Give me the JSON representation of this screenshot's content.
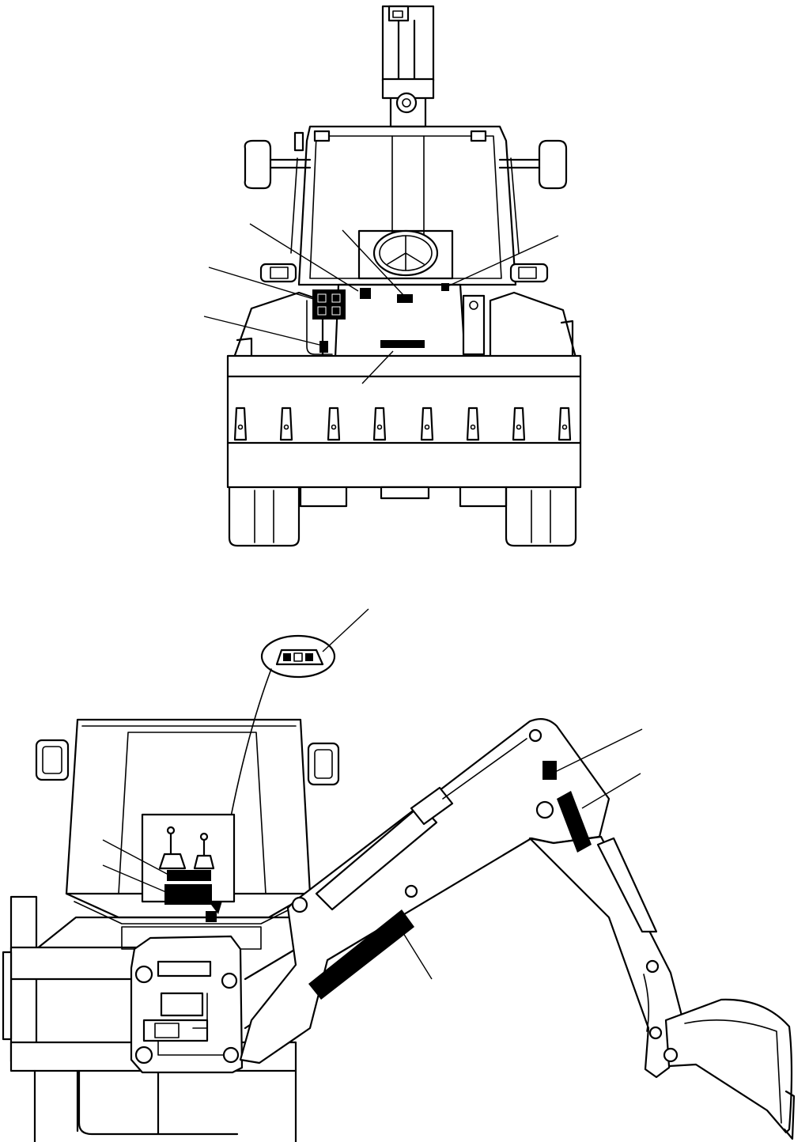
{
  "figure": {
    "views": [
      {
        "id": "front-view",
        "decal_count": 7,
        "leader_count": 6
      },
      {
        "id": "rear-view",
        "decal_count": 7,
        "leader_count": 6,
        "has_detail_callout": true
      }
    ]
  },
  "colors": {
    "line": "#000000",
    "decal_fill": "#000000",
    "background": "#ffffff"
  }
}
